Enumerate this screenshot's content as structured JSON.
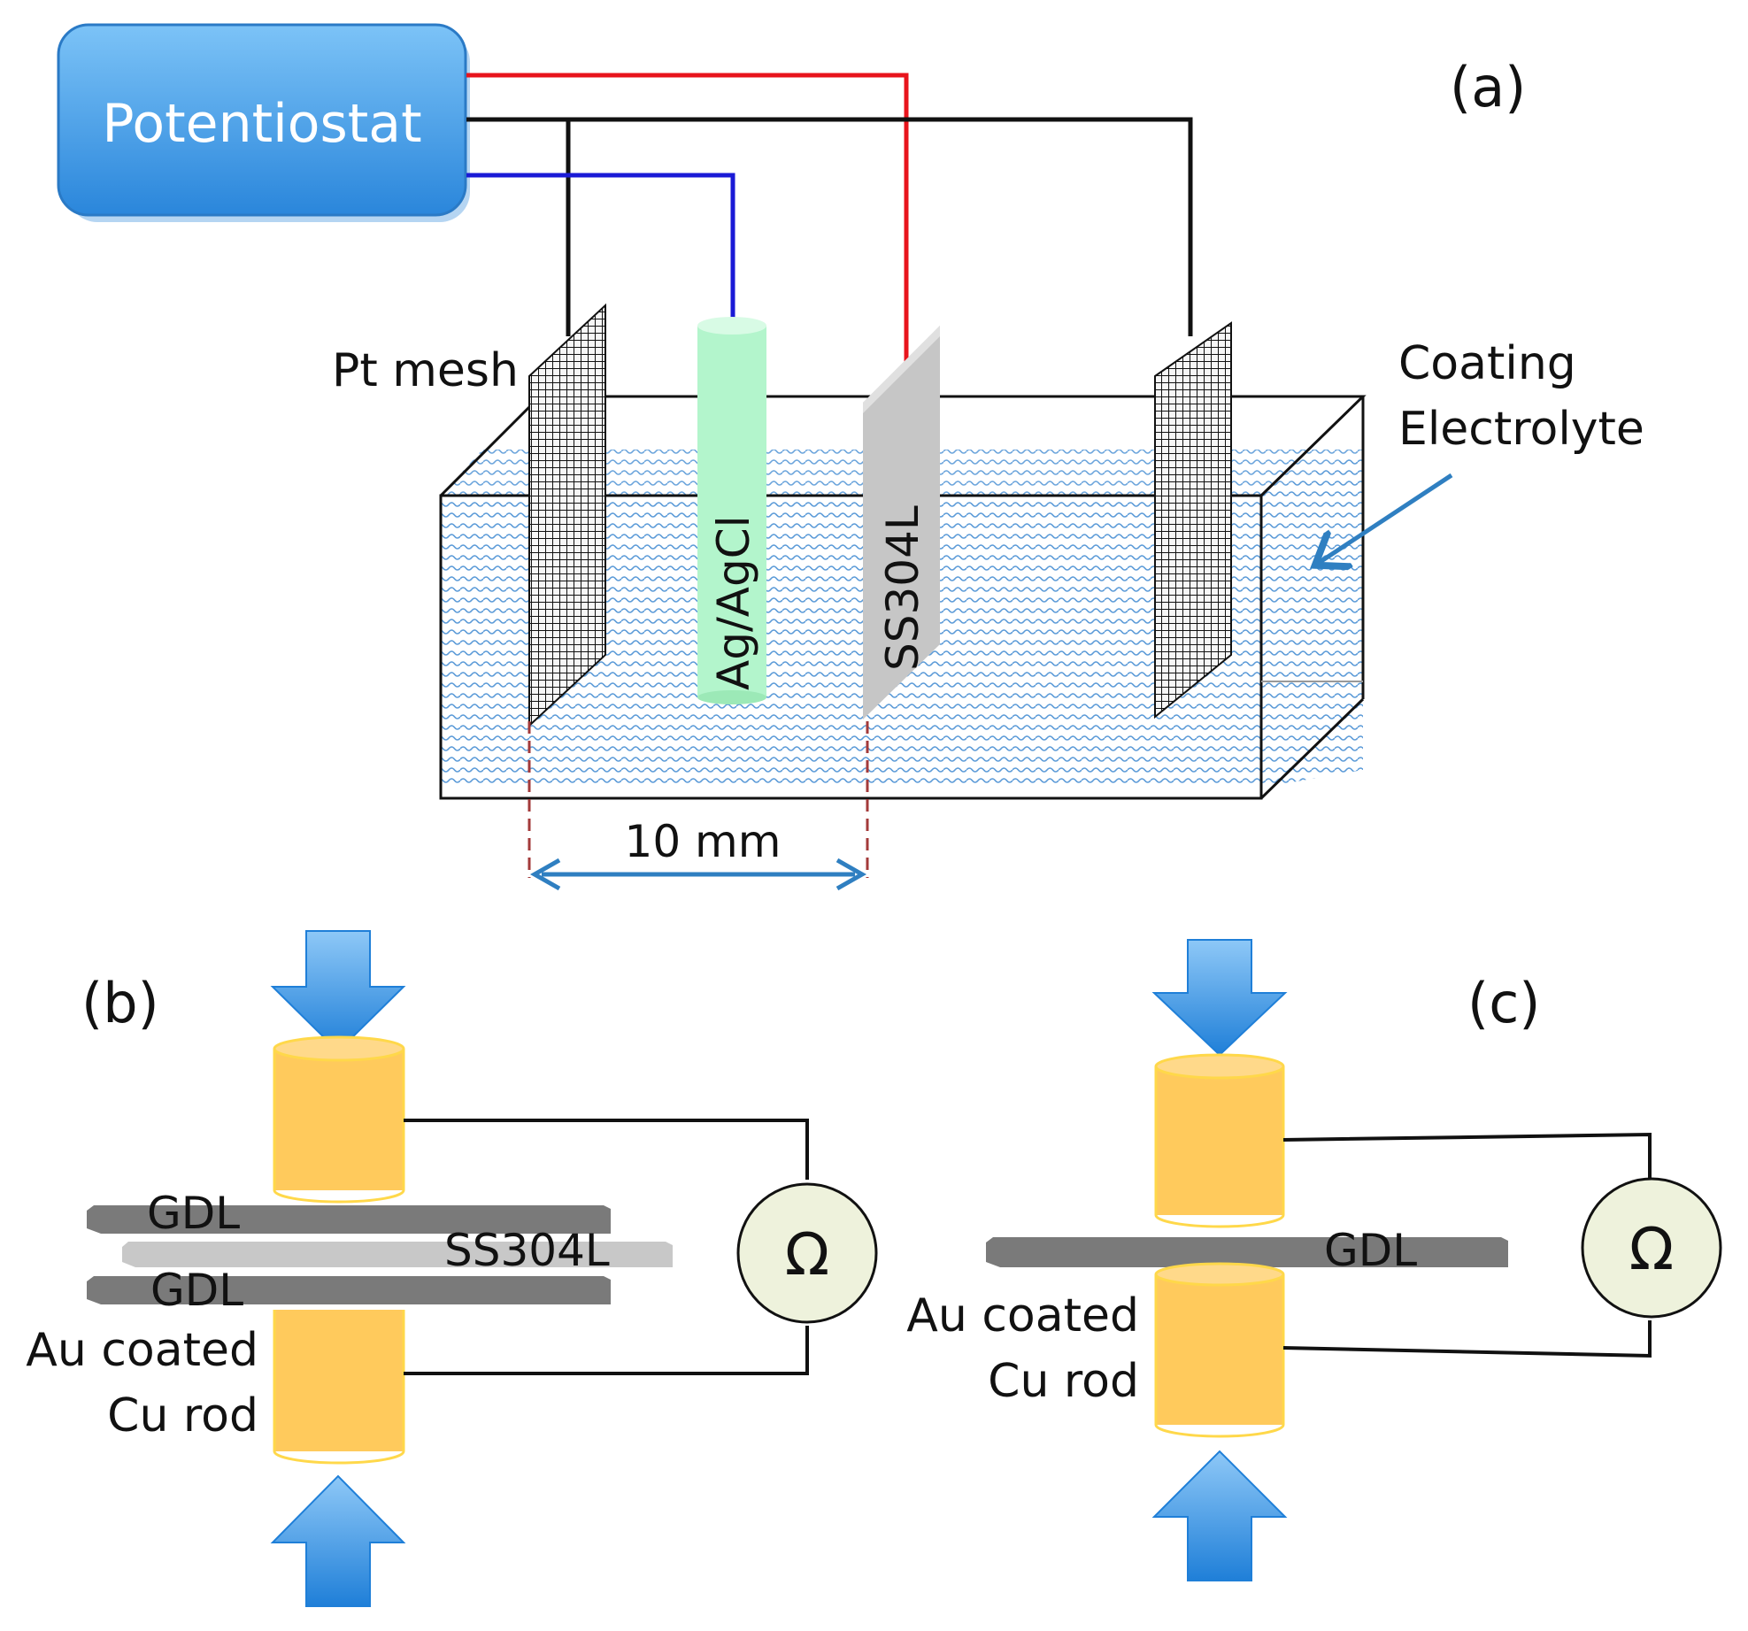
{
  "panel_a": {
    "panel_label": "(a)",
    "potentiostat": "Potentiostat",
    "pt_mesh": "Pt mesh",
    "reference_electrode": "Ag/AgCl",
    "working_electrode": "SS304L",
    "electrolyte_line1": "Coating",
    "electrolyte_line2": "Electrolyte",
    "distance": "10 mm"
  },
  "panel_b": {
    "panel_label": "(b)",
    "gdl_top": "GDL",
    "sample": "SS304L",
    "gdl_bottom": "GDL",
    "rod_line1": "Au coated",
    "rod_line2": "Cu rod",
    "ohm": "Ω"
  },
  "panel_c": {
    "panel_label": "(c)",
    "gdl": "GDL",
    "rod_line1": "Au coated",
    "rod_line2": "Cu rod",
    "ohm": "Ω"
  },
  "colors": {
    "counter_lead": "#111111",
    "reference_lead": "#1a1ad6",
    "working_lead": "#e8141c",
    "potentiostat_blue": "#3a9ae8",
    "electrolyte_blue": "#5c9bd8",
    "rod_gold": "#ffca5c",
    "gdl_gray": "#7a7a7a",
    "steel_gray": "#c8c8c8",
    "ohmmeter_fill": "#eef2dc"
  }
}
